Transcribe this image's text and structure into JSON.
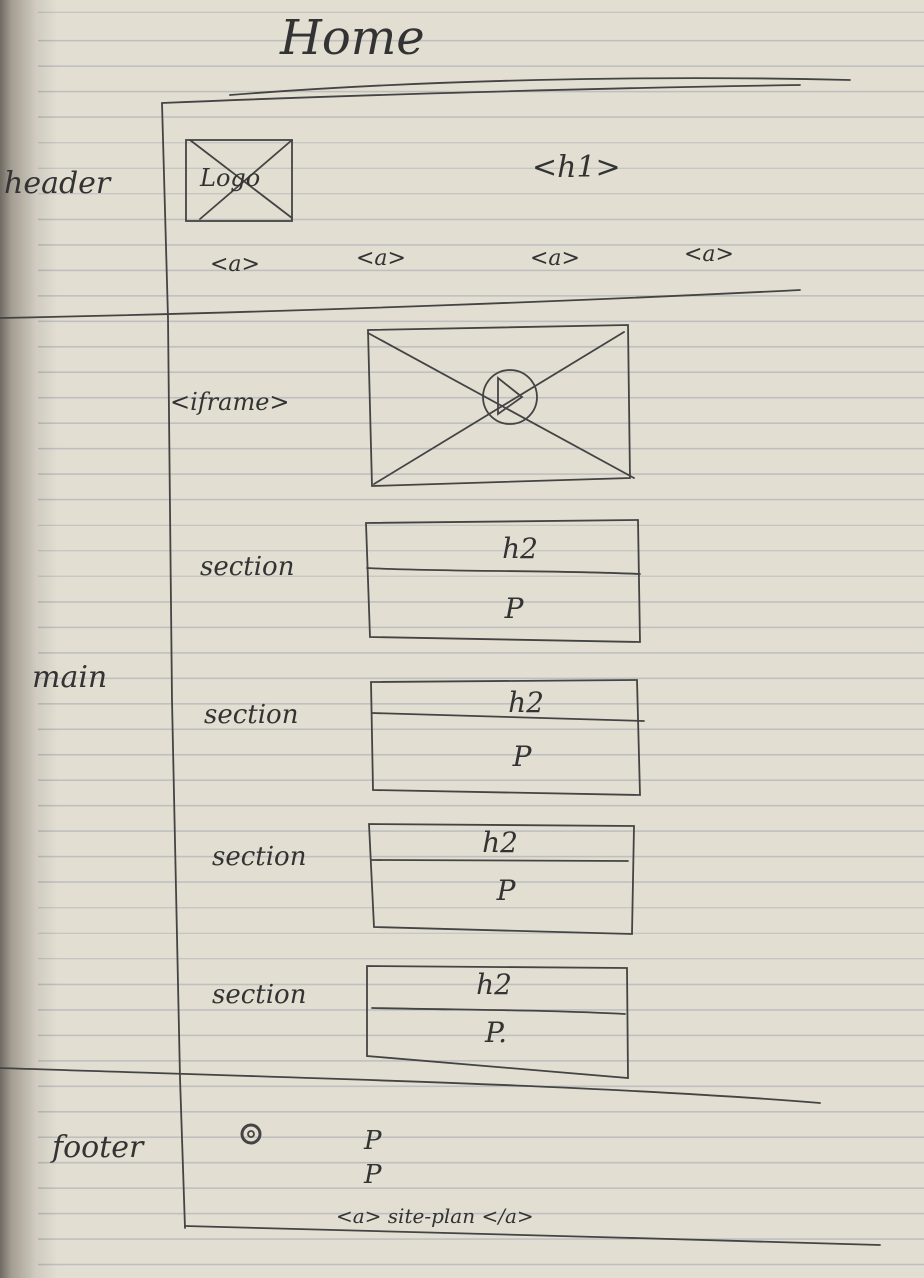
{
  "title": "Home",
  "labels": {
    "header": "header",
    "main": "main",
    "footer": "footer"
  },
  "header": {
    "logo": "Logo",
    "heading": "<h1>",
    "nav_links": [
      "<a>",
      "<a>",
      "<a>",
      "<a>"
    ]
  },
  "main": {
    "iframe_label": "<iframe>",
    "sections": [
      {
        "label": "section",
        "heading": "h2",
        "paragraph": "P"
      },
      {
        "label": "section",
        "heading": "h2",
        "paragraph": "P"
      },
      {
        "label": "section",
        "heading": "h2",
        "paragraph": "P"
      },
      {
        "label": "section",
        "heading": "h2",
        "paragraph": "P."
      }
    ]
  },
  "footer": {
    "paragraphs": [
      "P",
      "P"
    ],
    "link": "<a> site-plan </a>"
  }
}
